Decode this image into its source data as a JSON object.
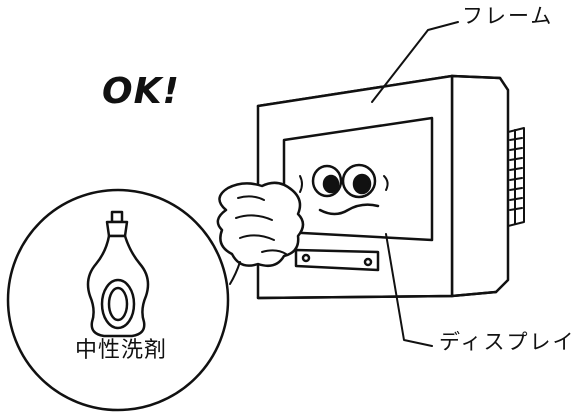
{
  "labels": {
    "ok": "OK!",
    "frame": "フレーム",
    "display": "ディスプレイ",
    "detergent": "中性洗剤"
  },
  "colors": {
    "ink": "#111111",
    "background": "#ffffff"
  },
  "icons": {
    "monitor": "crt-monitor-with-face",
    "hand": "cleaning-cloth-hand",
    "bottle": "detergent-bottle"
  }
}
